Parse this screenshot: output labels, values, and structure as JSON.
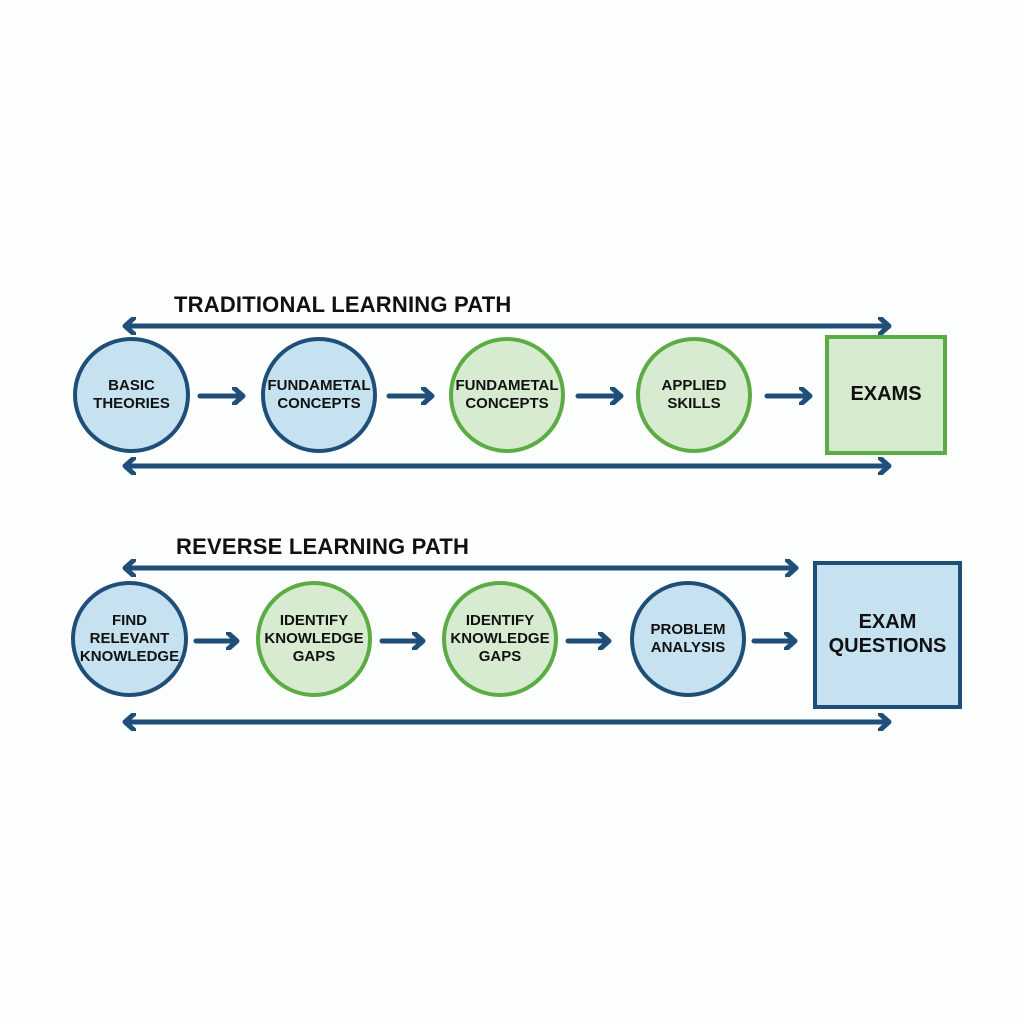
{
  "colors": {
    "arrow": "#1f4e79",
    "blue_fill": "#c6e2f1",
    "blue_stroke": "#1f4e79",
    "green_fill": "#d6ebcf",
    "green_stroke": "#5cac45",
    "text": "#111111"
  },
  "traditional": {
    "title": "TRADITIONAL LEARNING PATH",
    "top_arrow": "double-headed",
    "bottom_arrow": "double-headed",
    "nodes": [
      {
        "label": "BASIC\nTHEORIES",
        "shape": "circle",
        "style": "blue"
      },
      {
        "label": "FUNDAMETAL\nCONCEPTS",
        "shape": "circle",
        "style": "blue"
      },
      {
        "label": "FUNDAMETAL\nCONCEPTS",
        "shape": "circle",
        "style": "green"
      },
      {
        "label": "APPLIED\nSKILLS",
        "shape": "circle",
        "style": "green"
      },
      {
        "label": "EXAMS",
        "shape": "box",
        "style": "green"
      }
    ]
  },
  "reverse": {
    "title": "REVERSE LEARNING PATH",
    "top_arrow": "double-headed",
    "bottom_arrow": "double-headed",
    "nodes": [
      {
        "label": "FIND\nRELEVANT\nKNOWLEDGE",
        "shape": "circle",
        "style": "blue"
      },
      {
        "label": "IDENTIFY\nKNOWLEDGE\nGAPS",
        "shape": "circle",
        "style": "green"
      },
      {
        "label": "IDENTIFY\nKNOWLEDGE\nGAPS",
        "shape": "circle",
        "style": "green"
      },
      {
        "label": "PROBLEM\nANALYSIS",
        "shape": "circle",
        "style": "blue"
      },
      {
        "label": "EXAM\nQUESTIONS",
        "shape": "box",
        "style": "blue"
      }
    ]
  }
}
